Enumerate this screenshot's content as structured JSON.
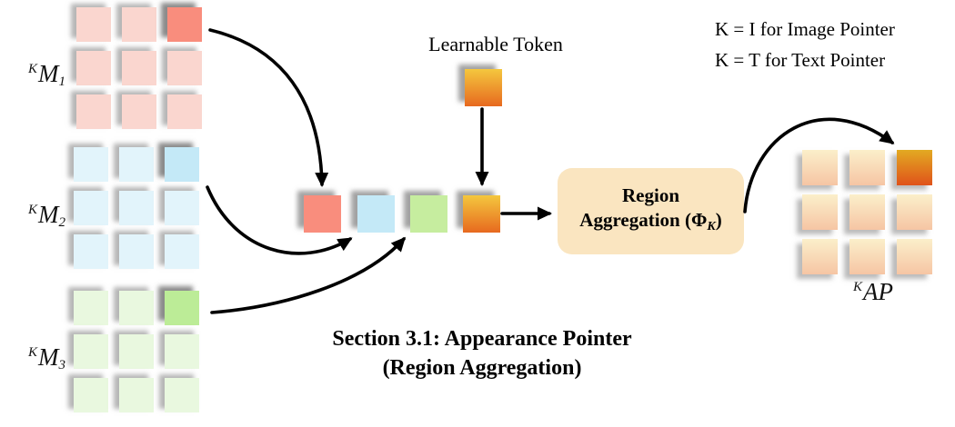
{
  "canvas": {
    "background": "#ffffff"
  },
  "matrices": [
    {
      "sup": "K",
      "base": "M",
      "sub": "1",
      "pale": "#FAD6CF",
      "highlight": "#F98D7D",
      "highlight_index": 2,
      "cells": 9
    },
    {
      "sup": "K",
      "base": "M",
      "sub": "2",
      "pale": "#E2F4FB",
      "highlight": "#C4E9F7",
      "highlight_index": 2,
      "cells": 9
    },
    {
      "sup": "K",
      "base": "M",
      "sub": "3",
      "pale": "#E9F8DF",
      "highlight": "#BCEC97",
      "highlight_index": 2,
      "cells": 9
    }
  ],
  "row_tokens": [
    {
      "name": "red-token",
      "color": "#F98D7D"
    },
    {
      "name": "blue-token",
      "color": "#C4E9F7"
    },
    {
      "name": "green-token",
      "color": "#C6ED9F"
    }
  ],
  "learnable_token": {
    "label": "Learnable Token",
    "gradient_top": "#F4C73E",
    "gradient_bottom": "#E7691F"
  },
  "aggregated_token": {
    "gradient_top": "#F4C73E",
    "gradient_bottom": "#E7691F"
  },
  "region_box": {
    "background": "#FAE5C0",
    "line1": "Region",
    "line2_prefix": "Aggregation (Φ",
    "line2_sub": "K",
    "line2_suffix": ")"
  },
  "legend": {
    "line1": "K = I for Image Pointer",
    "line2": "K = T for Text Pointer"
  },
  "section_title": {
    "line1": "Section 3.1: Appearance Pointer",
    "line2": "(Region Aggregation)"
  },
  "output_matrix": {
    "sup": "K",
    "base": "AP",
    "pale_top": "#FBEFCA",
    "pale_bottom": "#F6C5A4",
    "highlight_top": "#E2AA22",
    "highlight_bottom": "#E0521A",
    "highlight_index": 2,
    "cells": 9
  }
}
